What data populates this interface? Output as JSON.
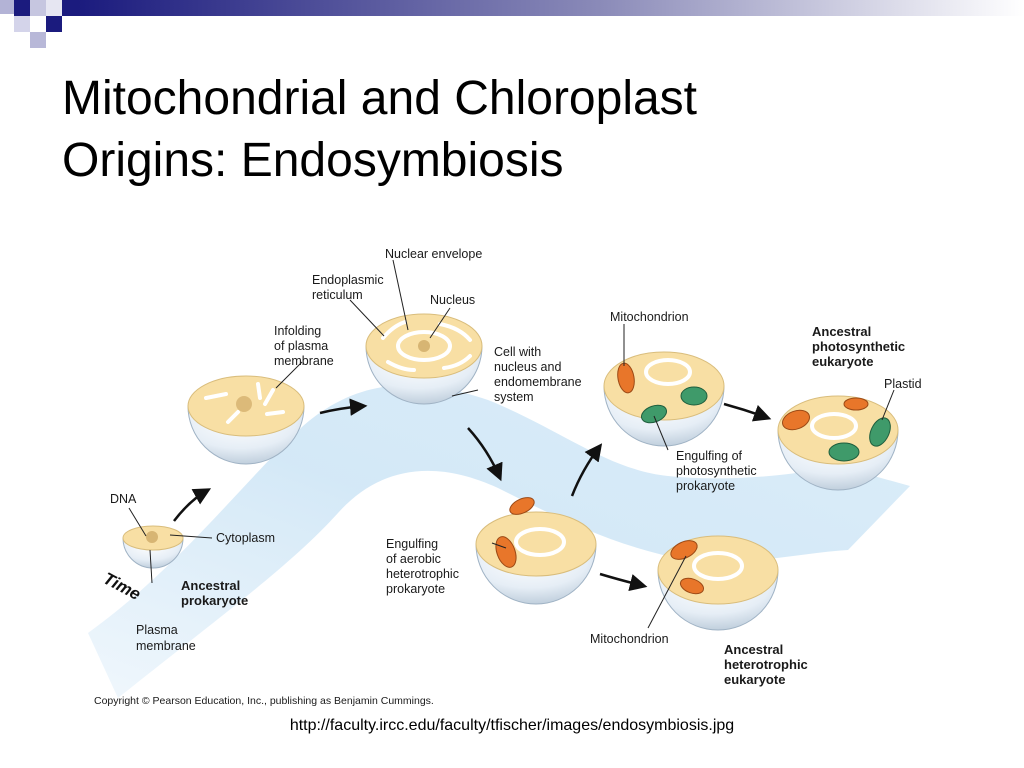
{
  "slide": {
    "title_line1": "Mitochondrial and Chloroplast",
    "title_line2": "Origins: Endosymbiosis",
    "source_url": "http://faculty.ircc.edu/faculty/tfischer/images/endosymbiosis.jpg"
  },
  "colors": {
    "navy": "#1b1b7e",
    "band": "#d8ecf8",
    "cytoplasm": "#f8dfa4",
    "mitochondrion": "#e8762a",
    "plastid": "#3f9a6a"
  },
  "diagram": {
    "time_label": "Time",
    "labels": {
      "dna": "DNA",
      "cytoplasm": "Cytoplasm",
      "ancestral_prokaryote_1": "Ancestral",
      "ancestral_prokaryote_2": "prokaryote",
      "plasma_membrane_1": "Plasma",
      "plasma_membrane_2": "membrane",
      "infolding_1": "Infolding",
      "infolding_2": "of plasma",
      "infolding_3": "membrane",
      "er_1": "Endoplasmic",
      "er_2": "reticulum",
      "nuclear_envelope": "Nuclear envelope",
      "nucleus": "Nucleus",
      "cell_with_1": "Cell with",
      "cell_with_2": "nucleus and",
      "cell_with_3": "endomembrane",
      "cell_with_4": "system",
      "engulf_aerobic_1": "Engulfing",
      "engulf_aerobic_2": "of aerobic",
      "engulf_aerobic_3": "heterotrophic",
      "engulf_aerobic_4": "prokaryote",
      "mitochondrion_top": "Mitochondrion",
      "engulf_photo_1": "Engulfing of",
      "engulf_photo_2": "photosynthetic",
      "engulf_photo_3": "prokaryote",
      "anc_photo_1": "Ancestral",
      "anc_photo_2": "photosynthetic",
      "anc_photo_3": "eukaryote",
      "plastid": "Plastid",
      "mitochondrion_bottom": "Mitochondrion",
      "anc_hetero_1": "Ancestral",
      "anc_hetero_2": "heterotrophic",
      "anc_hetero_3": "eukaryote"
    },
    "copyright": "Copyright © Pearson Education, Inc., publishing as Benjamin Cummings."
  }
}
